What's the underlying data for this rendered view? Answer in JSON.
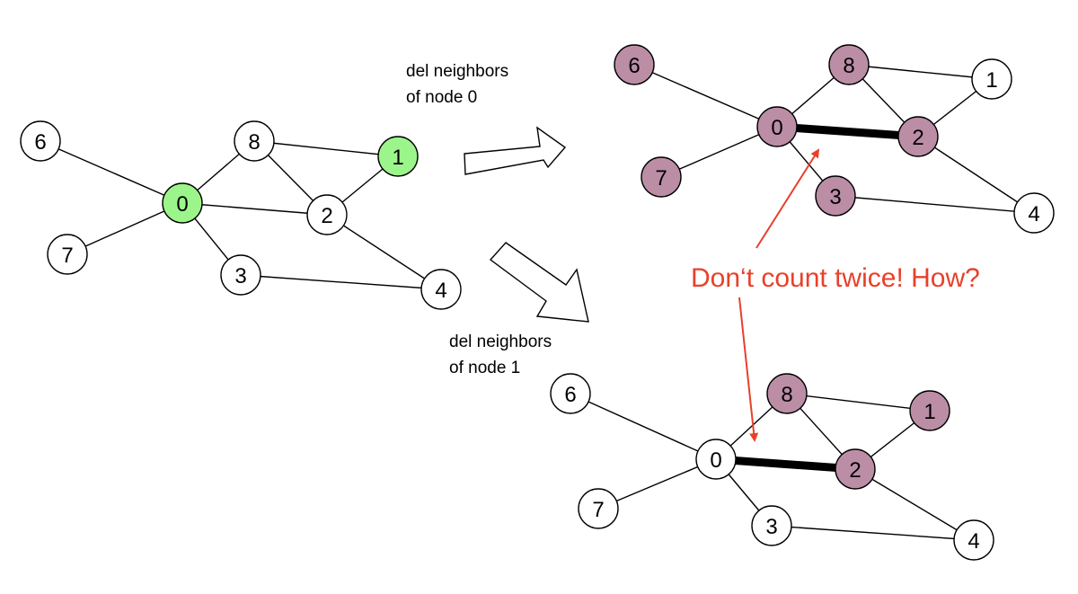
{
  "colors": {
    "default_fill": "#ffffff",
    "start_fill": "#9cf58a",
    "removed_fill": "#bb8ea6",
    "stroke": "#000000",
    "annotation": "#e8402a"
  },
  "captions": {
    "top": [
      "del neighbors",
      "of node 0"
    ],
    "bottom": [
      "del neighbors",
      "of node 1"
    ]
  },
  "question": "Don‘t count twice! How?",
  "graphs": [
    {
      "id": "original",
      "nodes": [
        {
          "label": "6",
          "state": "default"
        },
        {
          "label": "8",
          "state": "default"
        },
        {
          "label": "1",
          "state": "start"
        },
        {
          "label": "0",
          "state": "start"
        },
        {
          "label": "2",
          "state": "default"
        },
        {
          "label": "7",
          "state": "default"
        },
        {
          "label": "3",
          "state": "default"
        },
        {
          "label": "4",
          "state": "default"
        }
      ]
    },
    {
      "id": "after-node-0",
      "nodes": [
        {
          "label": "6",
          "state": "removed"
        },
        {
          "label": "8",
          "state": "removed"
        },
        {
          "label": "1",
          "state": "default"
        },
        {
          "label": "0",
          "state": "removed"
        },
        {
          "label": "2",
          "state": "removed"
        },
        {
          "label": "7",
          "state": "removed"
        },
        {
          "label": "3",
          "state": "removed"
        },
        {
          "label": "4",
          "state": "default"
        }
      ]
    },
    {
      "id": "after-node-1",
      "nodes": [
        {
          "label": "6",
          "state": "default"
        },
        {
          "label": "8",
          "state": "removed"
        },
        {
          "label": "1",
          "state": "removed"
        },
        {
          "label": "0",
          "state": "default"
        },
        {
          "label": "2",
          "state": "removed"
        },
        {
          "label": "7",
          "state": "default"
        },
        {
          "label": "3",
          "state": "default"
        },
        {
          "label": "4",
          "state": "default"
        }
      ]
    }
  ]
}
